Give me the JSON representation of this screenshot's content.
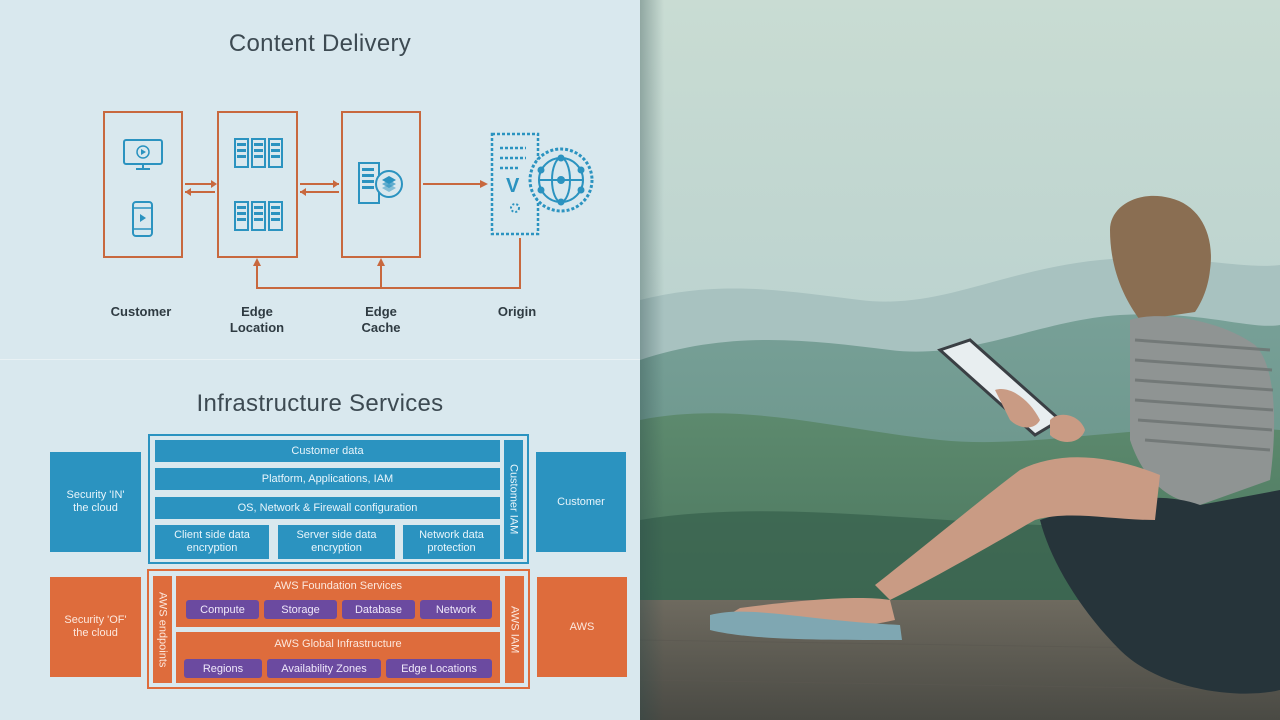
{
  "content_delivery": {
    "title": "Content Delivery",
    "labels": {
      "customer": "Customer",
      "edge_location": "Edge\nLocation",
      "edge_cache": "Edge\nCache",
      "origin": "Origin"
    }
  },
  "infrastructure": {
    "title": "Infrastructure Services",
    "security_in": "Security 'IN'\nthe cloud",
    "customer": "Customer",
    "customer_data": "Customer data",
    "platform": "Platform, Applications, IAM",
    "os_network": "OS, Network & Firewall configuration",
    "client_side": "Client side data\nencryption",
    "server_side": "Server side data\nencryption",
    "network_data": "Network data\nprotection",
    "customer_iam": "Customer IAM",
    "security_of": "Security 'OF'\nthe cloud",
    "aws": "AWS",
    "aws_endpoints": "AWS endpoints",
    "aws_iam": "AWS IAM",
    "foundation_title": "AWS Foundation Services",
    "foundation_items": [
      "Compute",
      "Storage",
      "Database",
      "Network"
    ],
    "global_title": "AWS Global Infrastructure",
    "global_items": [
      "Regions",
      "Availability Zones",
      "Edge Locations"
    ]
  },
  "colors": {
    "diagram_blue": "#2b93c0",
    "diagram_orange": "#de6c3c",
    "diagram_purple": "#6b4aa0",
    "line_orange": "#c8683e",
    "background": "#d9e8ee"
  },
  "icons": [
    "monitor-play-icon",
    "phone-play-icon",
    "server-rack-icon",
    "cache-server-icon",
    "origin-server-icon",
    "globe-network-icon",
    "woman-with-tablet-photo"
  ]
}
